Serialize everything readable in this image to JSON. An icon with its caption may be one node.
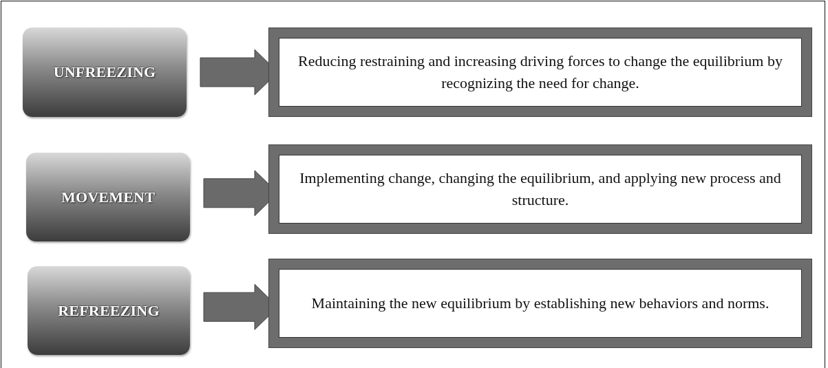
{
  "diagram": {
    "nodes": [
      {
        "text": [
          "UNFREEZING"
        ]
      },
      {
        "text": [
          "Reducing restraining and increasing driving forces to change the equilibrium by recognizing the need for change."
        ]
      },
      {
        "text": [
          "MOVEMENT"
        ]
      },
      {
        "text": [
          "Implementing change, changing the equilibrium, and applying new process and structure."
        ]
      },
      {
        "text": [
          "REFREEZING"
        ]
      },
      {
        "text": [
          "Maintaining the new equilibrium by establishing new behaviors and norms."
        ]
      }
    ],
    "edges": [
      {
        "from": 0,
        "to": 1,
        "arrow": "to"
      },
      {
        "from": 2,
        "to": 3,
        "arrow": "to"
      },
      {
        "from": 4,
        "to": 5,
        "arrow": "to"
      }
    ]
  }
}
